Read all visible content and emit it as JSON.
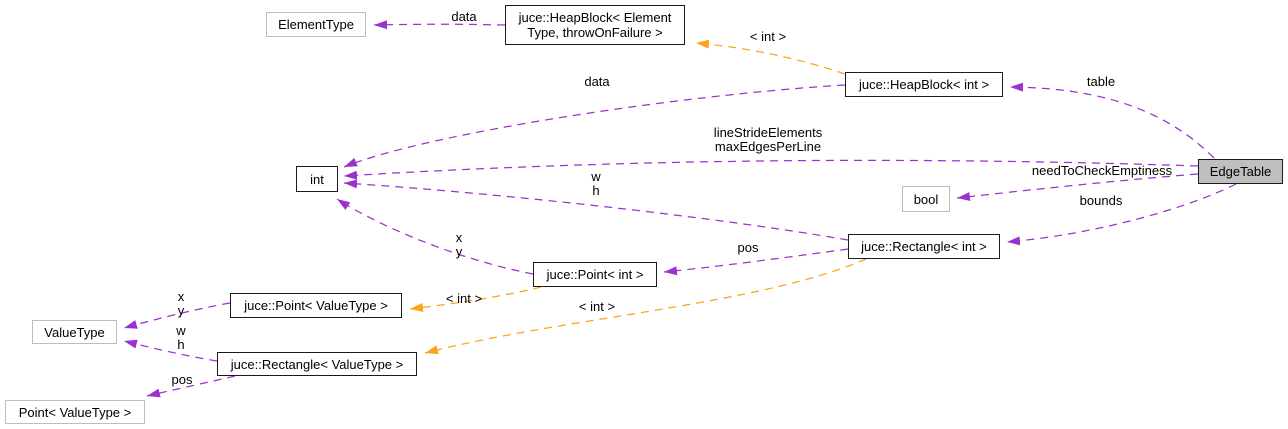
{
  "diagram": {
    "type": "doxygen-collaboration-graph",
    "colors": {
      "member_edge": "#9a32cd",
      "template_edge": "#ffa216",
      "documented_node_border": "#1a1a1a",
      "undocumented_node_border": "#bcbcbc",
      "current_node_fill": "#bfbfbf",
      "node_fill": "#ffffff",
      "text": "#000000",
      "background": "#ffffff"
    }
  },
  "nodes": {
    "element_type": {
      "label": "ElementType"
    },
    "heapblock_element": {
      "label": "juce::HeapBlock< Element\nType, throwOnFailure >"
    },
    "heapblock_int": {
      "label": "juce::HeapBlock< int >"
    },
    "edge_table": {
      "label": "EdgeTable"
    },
    "int": {
      "label": "int"
    },
    "bool": {
      "label": "bool"
    },
    "rectangle_int": {
      "label": "juce::Rectangle< int >"
    },
    "point_int": {
      "label": "juce::Point< int >"
    },
    "point_valuetype": {
      "label": "juce::Point< ValueType >"
    },
    "valuetype": {
      "label": "ValueType"
    },
    "rectangle_valuetype": {
      "label": "juce::Rectangle< ValueType >"
    },
    "point_valuetype_base": {
      "label": "Point< ValueType >"
    }
  },
  "edge_labels": {
    "data_top": "data",
    "template_int_top": "< int >",
    "data_mid": "data",
    "table": "table",
    "line_stride": "lineStrideElements\nmaxEdgesPerLine",
    "need_to_check": "needToCheckEmptiness",
    "bounds": "bounds",
    "wh_mid": "w\nh",
    "xy_mid": "x\ny",
    "pos_mid": "pos",
    "template_int_point": "< int >",
    "template_int_rect": "< int >",
    "xy_left": "x\ny",
    "wh_left": "w\nh",
    "pos_left": "pos"
  }
}
